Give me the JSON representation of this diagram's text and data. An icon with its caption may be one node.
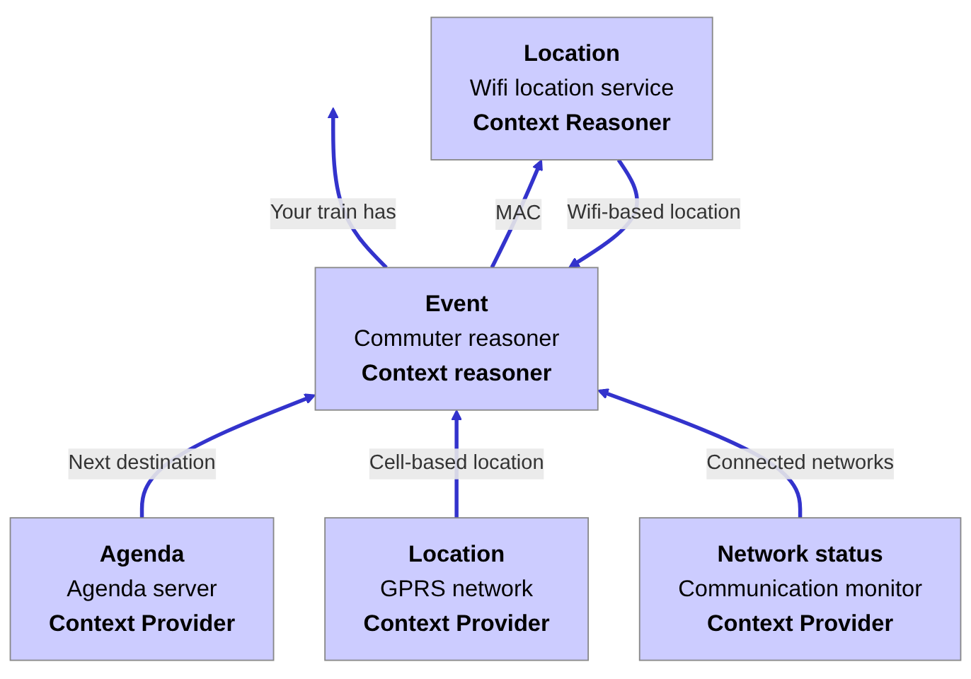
{
  "diagram": {
    "nodes": [
      {
        "text": [
          "Event",
          "Commuter reasoner",
          "Context reasoner"
        ]
      },
      {
        "text": [
          "Agenda",
          "Agenda server",
          "Context Provider"
        ]
      },
      {
        "text": [
          "Location",
          "GPRS network",
          "Context Provider"
        ]
      },
      {
        "text": [
          "Location",
          "Wifi location service",
          "Context Reasoner"
        ]
      },
      {
        "text": [
          "Network status",
          "Communication monitor",
          "Context Provider"
        ]
      }
    ],
    "edges": [
      {
        "from": 0,
        "to": null,
        "arrow": "to",
        "label": "Your train has"
      },
      {
        "from": 1,
        "to": 0,
        "arrow": "to",
        "label": "Next destination"
      },
      {
        "from": 2,
        "to": 0,
        "arrow": "to",
        "label": "Cell-based location"
      },
      {
        "from": 0,
        "to": 3,
        "arrow": "to",
        "label": "MAC"
      },
      {
        "from": 3,
        "to": 0,
        "arrow": "to",
        "label": "Wifi-based location"
      },
      {
        "from": 4,
        "to": 0,
        "arrow": "to",
        "label": "Connected networks"
      }
    ]
  }
}
